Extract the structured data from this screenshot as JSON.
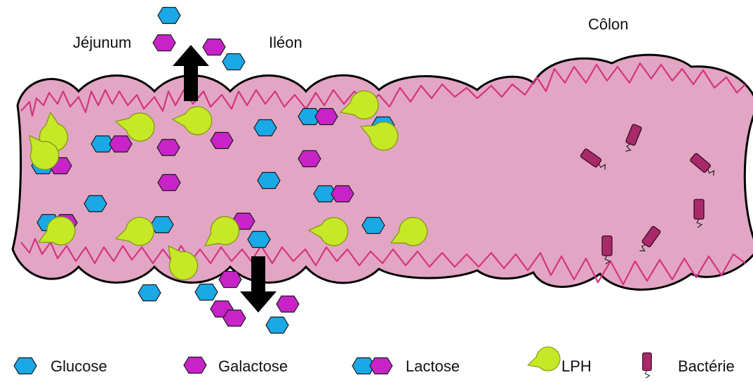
{
  "regions": {
    "jejunum": "Jéjunum",
    "ileon": "Iléon",
    "colon": "Côlon"
  },
  "legend": {
    "glucose": "Glucose",
    "galactose": "Galactose",
    "lactose": "Lactose",
    "lph": "LPH",
    "bacteria": "Bactérie"
  },
  "colors": {
    "glucose": "#1aa8e6",
    "galactose": "#c823c8",
    "lph": "#c7e827",
    "bacteria": "#a82a6a",
    "intestine_fill": "#e3a5c4",
    "intestine_folds": "#d4347e",
    "arrow": "#000000"
  },
  "icons": {
    "glucose": "blue-hexagon",
    "galactose": "magenta-hexagon",
    "lactose": "blue-magenta-hexagon-pair",
    "lph": "green-pacman-enzyme",
    "bacteria": "rod-bacterium-with-flagellum",
    "transport": "thick-black-arrow"
  }
}
